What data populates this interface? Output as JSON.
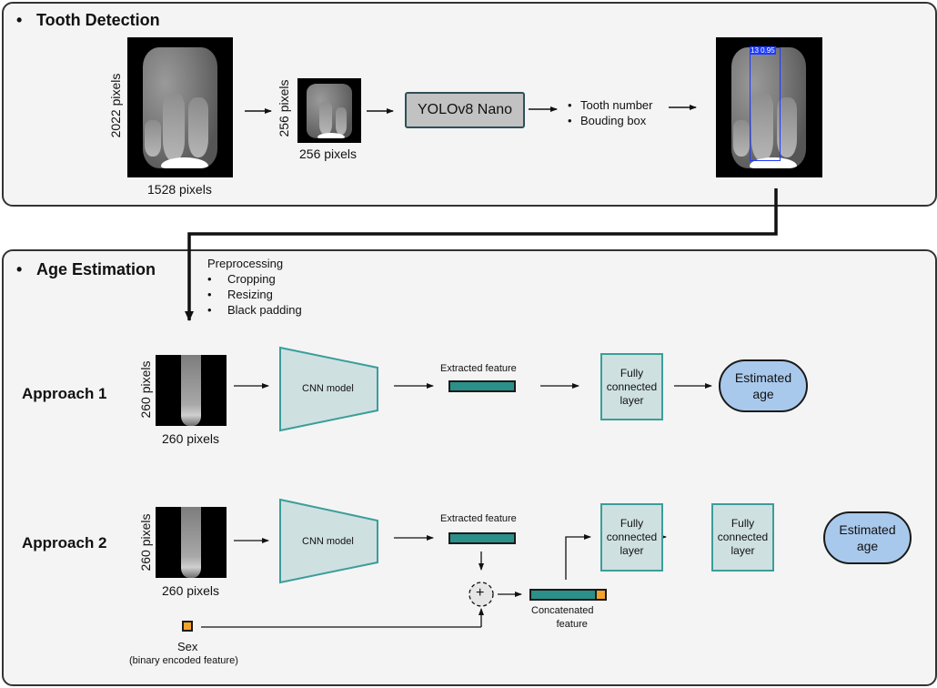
{
  "tooth_detection": {
    "title": "Tooth Detection",
    "bullet": "•",
    "original_image": {
      "height_label": "2022 pixels",
      "width_label": "1528 pixels"
    },
    "resized_image": {
      "height_label": "256 pixels",
      "width_label": "256 pixels"
    },
    "model_label": "YOLOv8 Nano",
    "outputs": [
      "Tooth number",
      "Bouding box"
    ],
    "detection_result": {
      "box_label": "13 0.95",
      "box_color": "#1f3bff"
    }
  },
  "age_estimation": {
    "title": "Age Estimation",
    "bullet": "•",
    "preprocessing": {
      "title": "Preprocessing",
      "steps": [
        "Cropping",
        "Resizing",
        "Black padding"
      ]
    },
    "approach1": {
      "label": "Approach 1",
      "image": {
        "height_label": "260 pixels",
        "width_label": "260 pixels"
      },
      "cnn_label": "CNN model",
      "feature_label": "Extracted feature",
      "fc_label": "Fully connected layer",
      "fc_lines": [
        "Fully",
        "connected",
        "layer"
      ],
      "output_lines": [
        "Estimated",
        "age"
      ]
    },
    "approach2": {
      "label": "Approach 2",
      "image": {
        "height_label": "260 pixels",
        "width_label": "260 pixels"
      },
      "cnn_label": "CNN model",
      "feature_label": "Extracted feature",
      "concat_symbol": "+",
      "concat_label_lines": [
        "Concatenated",
        "feature"
      ],
      "fc1_lines": [
        "Fully",
        "connected",
        "layer"
      ],
      "fc2_lines": [
        "Fully",
        "connected",
        "layer"
      ],
      "output_lines": [
        "Estimated",
        "age"
      ],
      "sex_label": "Sex",
      "sex_sublabel": "(binary encoded feature)"
    }
  },
  "colors": {
    "panel_bg": "#f4f4f4",
    "feature_teal": "#2a9089",
    "cnn_fill": "#cfe0e1",
    "cnn_stroke": "#3a9e9a",
    "fc_fill": "#cfe0e1",
    "age_fill": "#a9c9ec",
    "sex_orange": "#f2a32a",
    "yolo_fill": "#c2c2c2"
  }
}
